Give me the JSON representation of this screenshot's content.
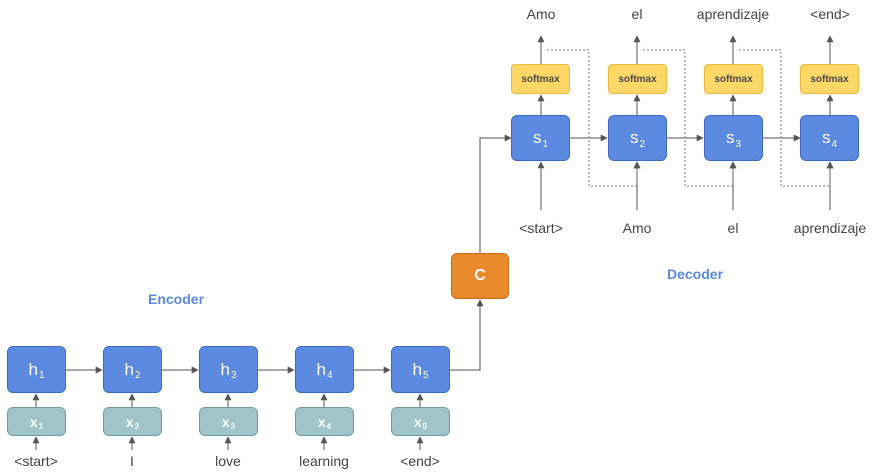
{
  "encoder": {
    "label": "Encoder",
    "hidden_states": [
      {
        "letter": "h",
        "sub": "1"
      },
      {
        "letter": "h",
        "sub": "2"
      },
      {
        "letter": "h",
        "sub": "3"
      },
      {
        "letter": "h",
        "sub": "4"
      },
      {
        "letter": "h",
        "sub": "5"
      }
    ],
    "inputs": [
      {
        "letter": "x",
        "sub": "1"
      },
      {
        "letter": "x",
        "sub": "2"
      },
      {
        "letter": "x",
        "sub": "3"
      },
      {
        "letter": "x",
        "sub": "4"
      },
      {
        "letter": "x",
        "sub": "5"
      }
    ],
    "words": [
      "<start>",
      "I",
      "love",
      "learning",
      "<end>"
    ]
  },
  "context": {
    "label": "C"
  },
  "decoder": {
    "label": "Decoder",
    "states": [
      {
        "letter": "s",
        "sub": "1"
      },
      {
        "letter": "s",
        "sub": "2"
      },
      {
        "letter": "s",
        "sub": "3"
      },
      {
        "letter": "s",
        "sub": "4"
      }
    ],
    "softmax_label": "softmax",
    "outputs": [
      "Amo",
      "el",
      "aprendizaje",
      "<end>"
    ],
    "inputs": [
      "<start>",
      "Amo",
      "el",
      "aprendizaje"
    ]
  },
  "colors": {
    "hidden": "#5b8ae0",
    "input": "#a0c5c8",
    "softmax": "#fdd867",
    "context": "#e8892c",
    "arrow": "#555555",
    "label": "#5b8ae0"
  }
}
